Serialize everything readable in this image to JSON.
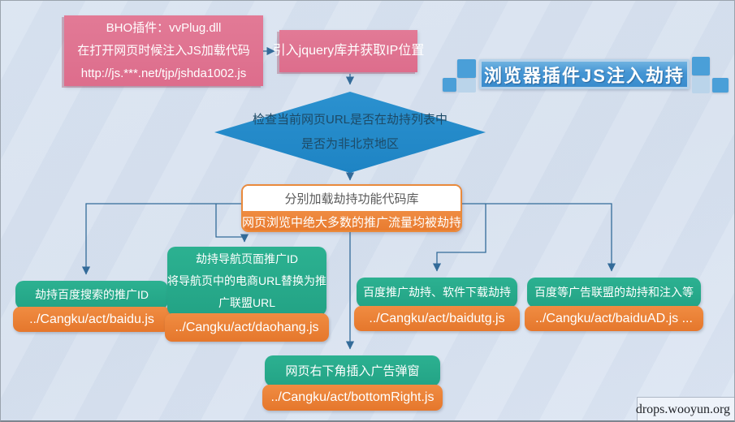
{
  "title_banner": {
    "text": "浏览器插件JS注入劫持"
  },
  "nodes": {
    "bho": {
      "lines": [
        "BHO插件：vvPlug.dll",
        "在打开网页时候注入JS加载代码",
        "http://js.***.net/tjp/jshda1002.js"
      ]
    },
    "jquery": {
      "label": "引入jquery库并获取IP位置"
    },
    "decision": {
      "lines": [
        "检查当前网页URL是否在劫持列表中",
        "是否为非北京地区"
      ]
    },
    "loader": {
      "top": "分别加载劫持功能代码库",
      "bottom": "网页浏览中绝大多数的推广流量均被劫持"
    },
    "baidu": {
      "lines": [
        "劫持百度搜索的推广ID"
      ],
      "path": "../Cangku/act/baidu.js"
    },
    "daohang": {
      "lines": [
        "劫持导航页面推广ID",
        "将导航页中的电商URL替换为推",
        "广联盟URL"
      ],
      "path": "../Cangku/act/daohang.js"
    },
    "baidutg": {
      "lines": [
        "百度推广劫持、软件下载劫持"
      ],
      "path": "../Cangku/act/baidutg.js"
    },
    "baiduad": {
      "lines": [
        "百度等广告联盟的劫持和注入等"
      ],
      "path": "../Cangku/act/baiduAD.js ..."
    },
    "bottomright": {
      "lines": [
        "网页右下角插入广告弹窗"
      ],
      "path": "../Cangku/act/bottomRight.js"
    }
  },
  "watermark": "drops.wooyun.org",
  "colors": {
    "background": "#d9e3f0",
    "pink": "#dd6d8c",
    "diamond_blue": "#1e84c4",
    "green": "#25a888",
    "orange": "#e87a2e",
    "banner_blue": "#4495d4",
    "banner_square_medium": "#4a9fd8",
    "banner_square_light": "#bad4ea",
    "arrow": "#336b99"
  }
}
